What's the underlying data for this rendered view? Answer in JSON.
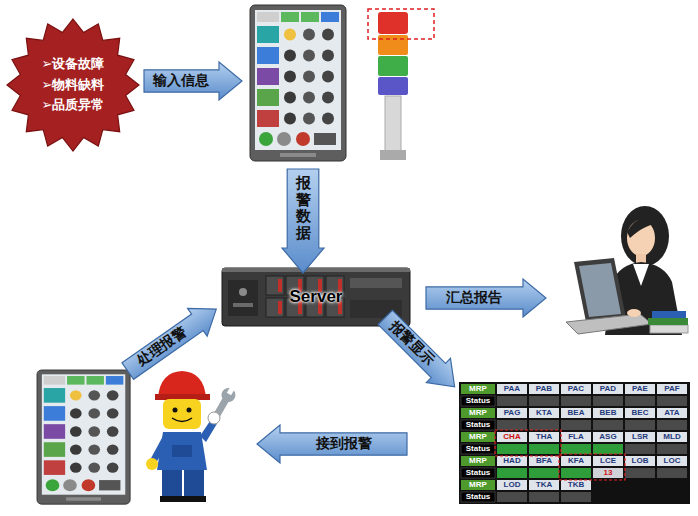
{
  "diagram": {
    "nodes": [
      {
        "text": [
          "➢设备故障",
          "➢物料缺料",
          "➢品质异常"
        ]
      },
      {
        "text": [
          "输入信息"
        ]
      },
      {
        "text": [
          "报警数据"
        ]
      },
      {
        "text": [
          "Server"
        ]
      },
      {
        "text": [
          "汇总报告"
        ]
      },
      {
        "text": [
          "报警显示"
        ]
      },
      {
        "text": [
          "接到报警"
        ]
      },
      {
        "text": [
          "处理报警"
        ]
      }
    ],
    "labels": [
      "MRP",
      "PAA",
      "PAB",
      "PAC",
      "PAD",
      "PAE",
      "PAF",
      "Status",
      "MRP",
      "PAG",
      "KTA",
      "BEA",
      "BEB",
      "BEC",
      "ATA",
      "Status",
      "MRP",
      "CHA",
      "THA",
      "FLA",
      "ASG",
      "LSR",
      "MLD",
      "Status",
      "MRP",
      "HAD",
      "BFA",
      "KFA",
      "LCE",
      "LOB",
      "LOC",
      "Status",
      "13",
      "MRP",
      "LOD",
      "TKA",
      "TKB",
      "Status"
    ]
  }
}
